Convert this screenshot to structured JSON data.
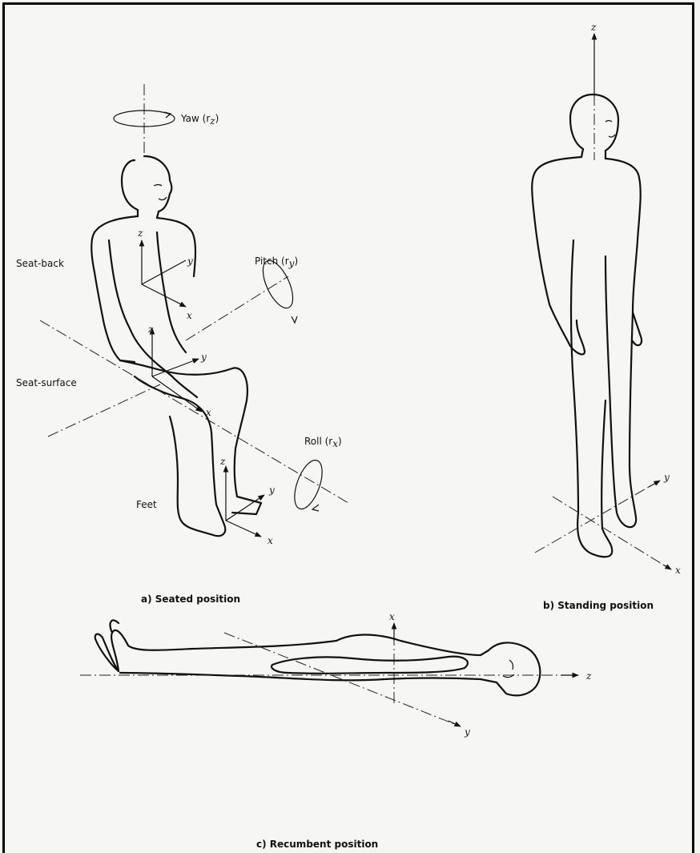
{
  "figures": {
    "seated": {
      "caption": "a)  Seated position",
      "labels": {
        "yaw": "Yaw (r",
        "yaw_sub": "z",
        "pitch": "Pitch (r",
        "pitch_sub": "y",
        "roll": "Roll (r",
        "roll_sub": "x",
        "close_paren": ")",
        "seat_back": "Seat-back",
        "seat_surface": "Seat-surface",
        "feet": "Feet"
      }
    },
    "standing": {
      "caption": "b)  Standing position"
    },
    "recumbent": {
      "caption": "c)  Recumbent position"
    }
  },
  "axes": {
    "x": "x",
    "y": "y",
    "z": "z"
  }
}
